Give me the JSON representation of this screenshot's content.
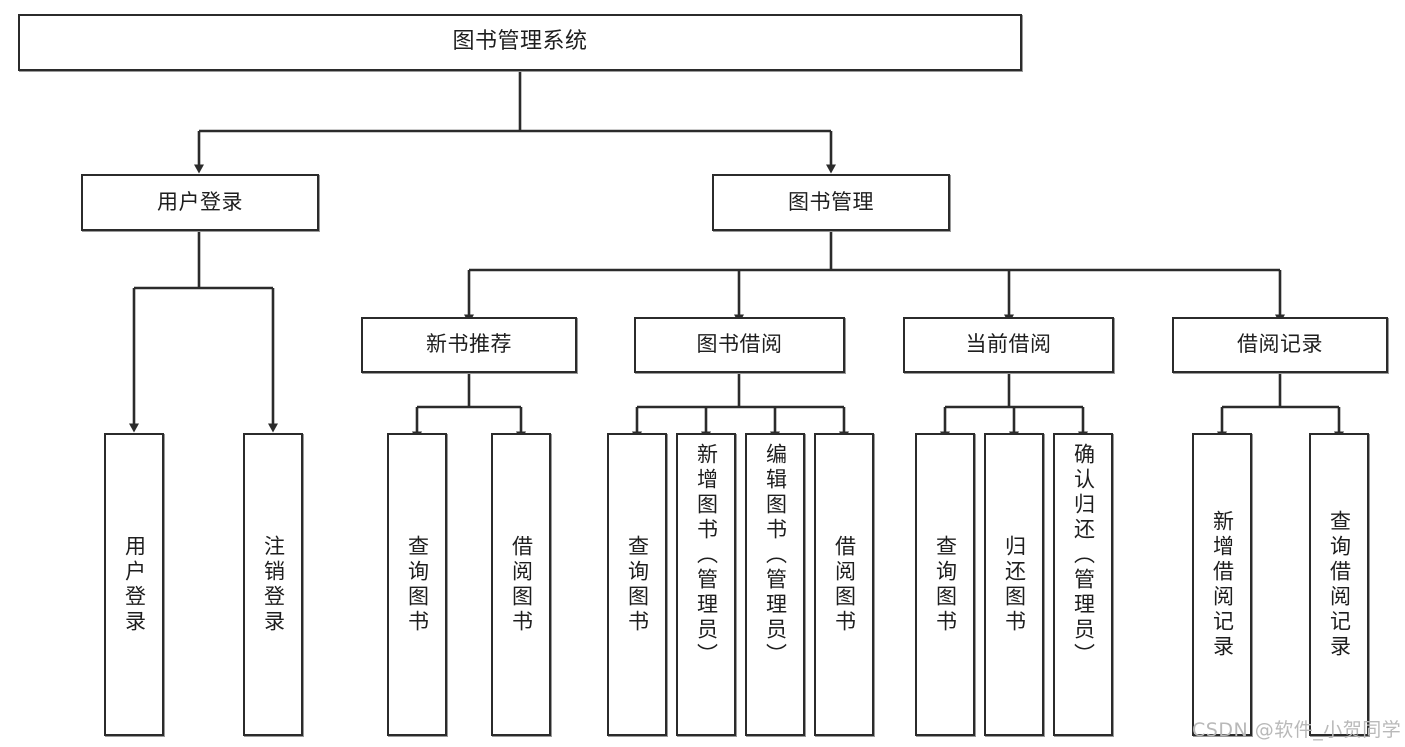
{
  "diagram": {
    "type": "tree",
    "title": "图书管理系统",
    "orientation": "top-down",
    "colors": {
      "background": "#ffffff",
      "box_border": "#2b2b2b",
      "box_fill": "#ffffff",
      "connector": "#2b2b2b",
      "watermark": "#b9b9b9"
    },
    "root": {
      "label": "图书管理系统"
    },
    "level2": [
      {
        "label": "用户登录"
      },
      {
        "label": "图书管理"
      }
    ],
    "level3": [
      {
        "label": "新书推荐"
      },
      {
        "label": "图书借阅"
      },
      {
        "label": "当前借阅"
      },
      {
        "label": "借阅记录"
      }
    ],
    "leaves": {
      "user_login": [
        {
          "label": "用户登录"
        },
        {
          "label": "注销登录"
        }
      ],
      "new_book": [
        {
          "label": "查询图书"
        },
        {
          "label": "借阅图书"
        }
      ],
      "borrow_book": [
        {
          "label": "查询图书"
        },
        {
          "label": "新增图书（管理员）"
        },
        {
          "label": "编辑图书（管理员）"
        },
        {
          "label": "借阅图书"
        }
      ],
      "current_borrow": [
        {
          "label": "查询图书"
        },
        {
          "label": "归还图书"
        },
        {
          "label": "确认归还（管理员）"
        }
      ],
      "borrow_record": [
        {
          "label": "新增借阅记录"
        },
        {
          "label": "查询借阅记录"
        }
      ]
    }
  },
  "watermark": {
    "text": "CSDN @软件_小贺同学"
  }
}
